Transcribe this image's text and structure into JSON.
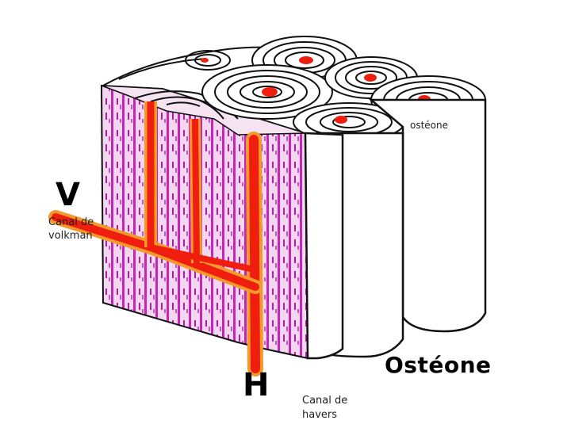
{
  "labels": {
    "volkmann_letter": "V",
    "volkmann_caption": "Canal de\nvolkman",
    "havers_letter": "H",
    "havers_caption": "Canal de\nhavers",
    "osteon_small": "ostéone",
    "osteon_title": "Ostéone"
  },
  "colors": {
    "canal_red": "#f01e0e",
    "canal_orange": "#f39a2a",
    "lamella_magenta": "#c526b8",
    "lamella_light": "#f2cdee",
    "outline": "#111111",
    "cylinder_fill": "#ffffff"
  }
}
